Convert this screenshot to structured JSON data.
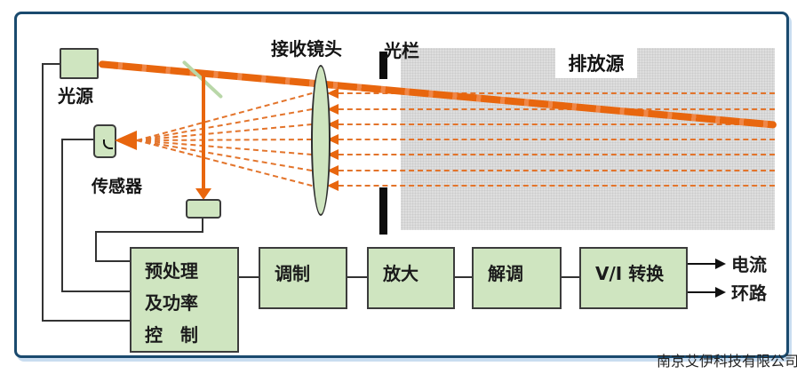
{
  "colors": {
    "orange": "#e8660e",
    "ray": "#e3742b",
    "green_fill": "#cfe5c0",
    "green_border": "#3c3c3c",
    "splitter": "#b9d7a8",
    "navy": "#1a4a6e",
    "wire": "#333333",
    "gray_panel": "#dedede"
  },
  "labels": {
    "light_source": "光源",
    "sensor": "传感器",
    "receiving_lens": "接收镜头",
    "aperture": "光栏",
    "emission_source": "排放源"
  },
  "process_chain": {
    "preprocess_lines": "预处理\n及功率\n控　制",
    "boxes": [
      {
        "label": "调制"
      },
      {
        "label": "放大"
      },
      {
        "label": "解调"
      },
      {
        "label": "V/I 转换"
      }
    ],
    "output_lines": "电流\n环路"
  },
  "footer": {
    "company": "南京艾伊科技有限公司"
  }
}
